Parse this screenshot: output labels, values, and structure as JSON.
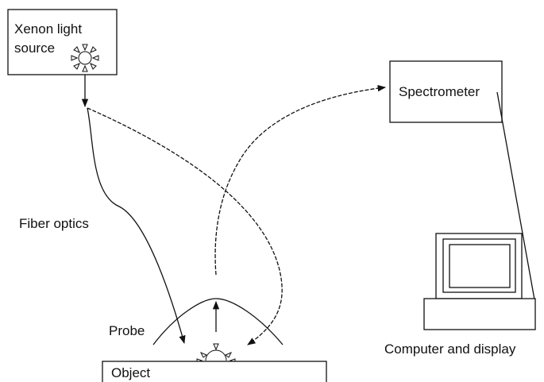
{
  "labels": {
    "light_source_line1": "Xenon light",
    "light_source_line2": "source",
    "spectrometer": "Spectrometer",
    "fiber_optics": "Fiber optics",
    "probe": "Probe",
    "object": "Object",
    "computer": "Computer and display"
  },
  "icons": {
    "lamp": "sun-burst-icon",
    "monitor": "computer-monitor-icon"
  },
  "colors": {
    "stroke": "#111111",
    "background": "#ffffff"
  }
}
